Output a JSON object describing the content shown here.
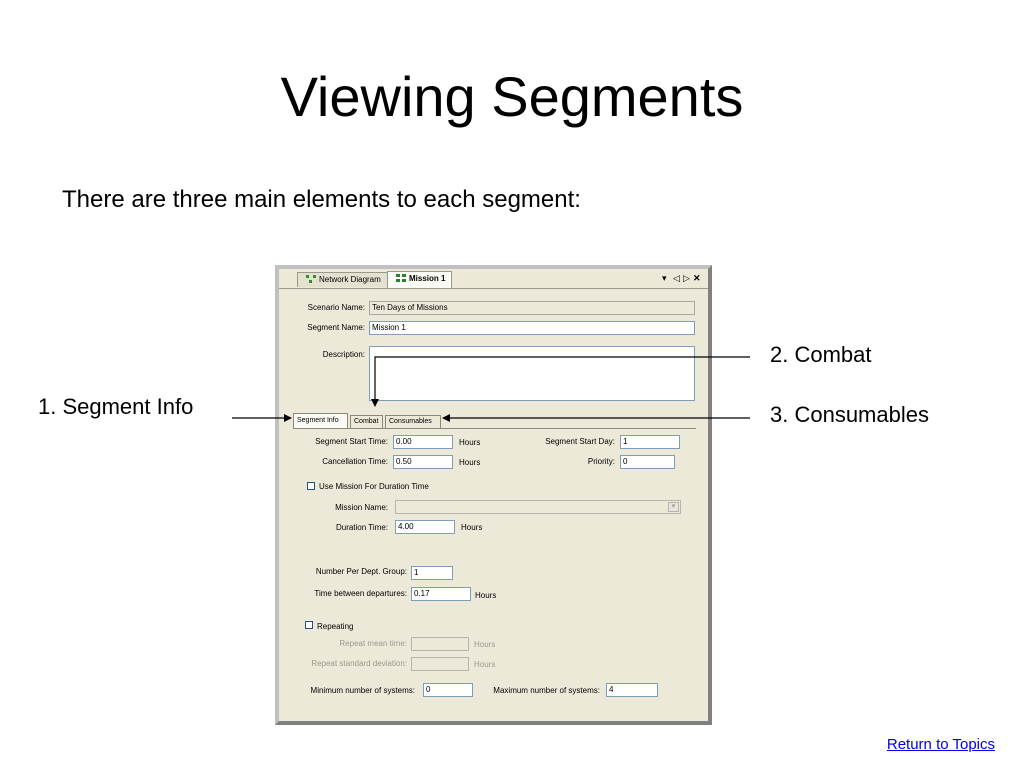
{
  "slide": {
    "title": "Viewing Segments",
    "subtitle": "There are three main elements to each segment:",
    "return_link": "Return to Topics"
  },
  "callouts": {
    "segment_info": "1. Segment Info",
    "combat": "2. Combat",
    "consumables": "3. Consumables"
  },
  "window": {
    "tabs": [
      {
        "label": "Network Diagram",
        "icon": "network-icon",
        "active": false
      },
      {
        "label": "Mission 1",
        "icon": "grid-icon",
        "active": true
      }
    ],
    "controls": {
      "dropdown": "▾",
      "prev": "◁",
      "next": "▷",
      "close": "✕"
    }
  },
  "form": {
    "scenario_name_label": "Scenario Name:",
    "scenario_name_value": "Ten Days of Missions",
    "segment_name_label": "Segment Name:",
    "segment_name_value": "Mission 1",
    "description_label": "Description:",
    "description_value": ""
  },
  "inner_tabs": [
    {
      "label": "Segment Info",
      "active": true
    },
    {
      "label": "Combat",
      "active": false
    },
    {
      "label": "Consumables",
      "active": false
    }
  ],
  "segment_info": {
    "start_time_label": "Segment Start Time:",
    "start_time_value": "0.00",
    "start_time_unit": "Hours",
    "start_day_label": "Segment Start Day:",
    "start_day_value": "1",
    "cancellation_label": "Cancellation Time:",
    "cancellation_value": "0.50",
    "cancellation_unit": "Hours",
    "priority_label": "Priority:",
    "priority_value": "0",
    "use_mission_label": "Use Mission For Duration Time",
    "use_mission_checked": false,
    "mission_name_label": "Mission Name:",
    "mission_name_value": "",
    "duration_label": "Duration Time:",
    "duration_value": "4.00",
    "duration_unit": "Hours",
    "number_per_group_label": "Number Per Dept. Group:",
    "number_per_group_value": "1",
    "time_between_label": "Time between departures:",
    "time_between_value": "0.17",
    "time_between_unit": "Hours",
    "repeating_label": "Repeating",
    "repeating_checked": false,
    "repeat_mean_label": "Repeat mean time:",
    "repeat_mean_value": "",
    "repeat_mean_unit": "Hours",
    "repeat_std_label": "Repeat standard deviation:",
    "repeat_std_value": "",
    "repeat_std_unit": "Hours",
    "min_systems_label": "Minimum number of systems:",
    "min_systems_value": "0",
    "max_systems_label": "Maximum number of systems:",
    "max_systems_value": "4"
  },
  "colors": {
    "window_bg": "#ece9d8",
    "field_border": "#7f9db9",
    "link": "#0000ee"
  }
}
